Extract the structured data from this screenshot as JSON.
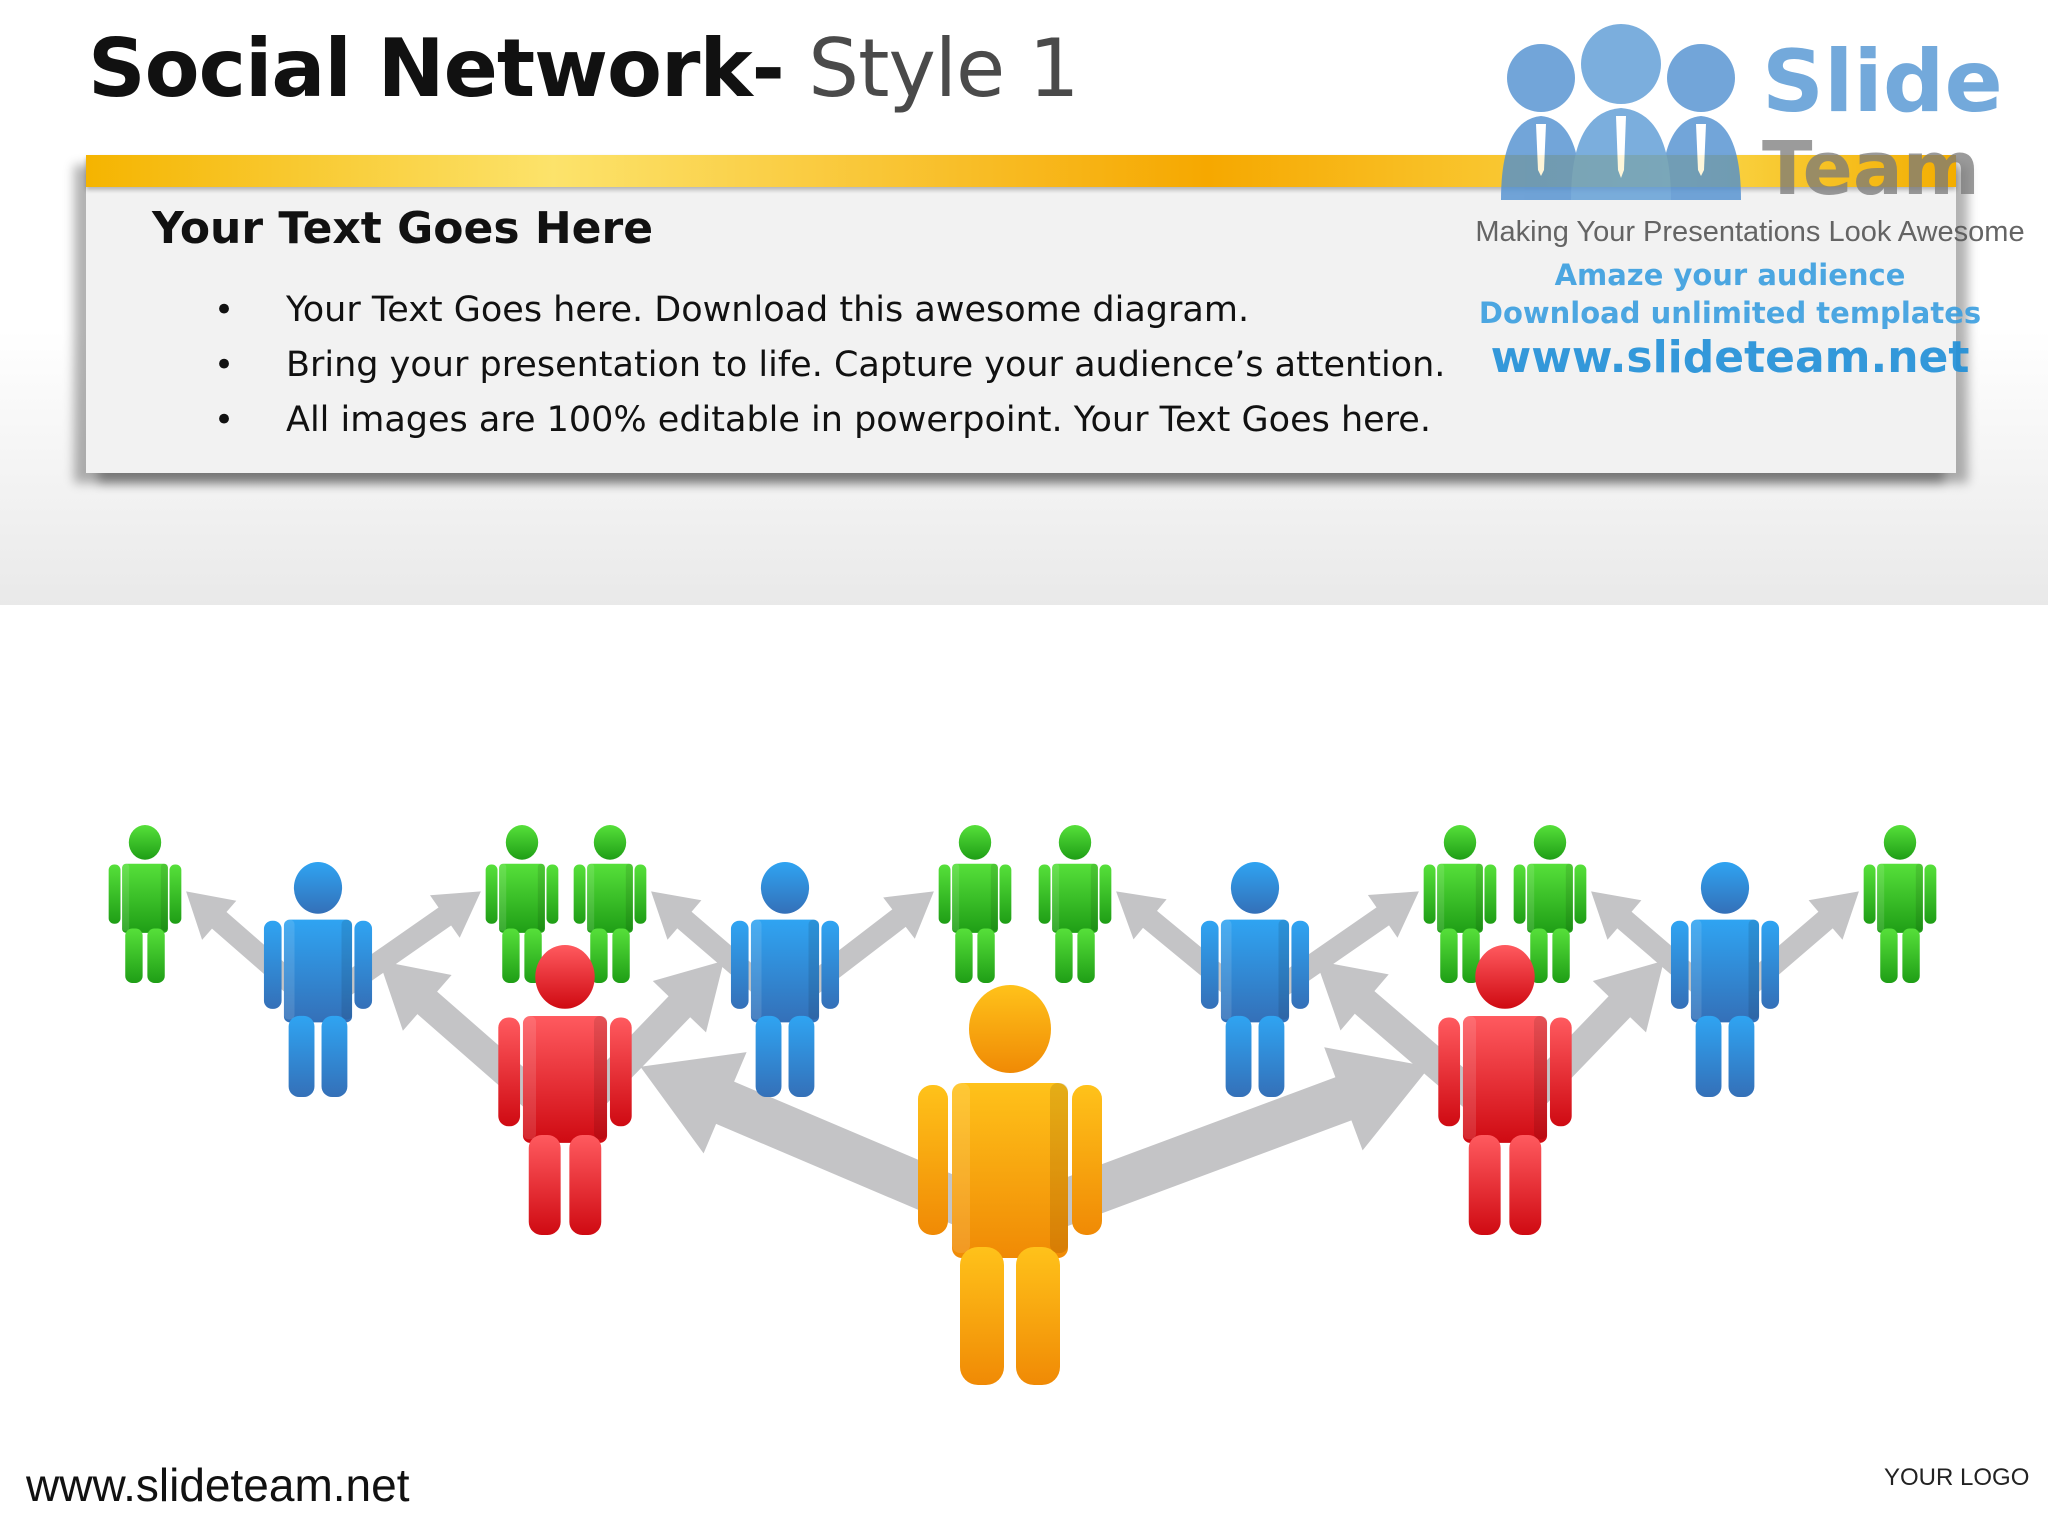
{
  "slide": {
    "title_bold": "Social Network-",
    "title_light": " Style 1",
    "heading": "Your Text Goes Here",
    "bullets": [
      "Your Text Goes here. Download this awesome diagram.",
      "Bring your presentation to life. Capture your audience’s attention.",
      "All images are 100% editable in powerpoint. Your Text Goes here."
    ],
    "bullet_symbol": "•"
  },
  "watermark": {
    "slide": "Slide",
    "team": "Team",
    "tagline": "Making Your Presentations Look Awesome",
    "line1": "Amaze your audience",
    "line2": "Download unlimited templates",
    "url": "www.slideteam.net"
  },
  "footer": {
    "url": "www.slideteam.net",
    "logo": "YOUR LOGO"
  },
  "colors": {
    "level0": "#f7a20a",
    "level1": "#e8323a",
    "level2": "#2f8fe0",
    "level3": "#3ec41f",
    "arrow": "#c4c4c6",
    "accent_bar": "#f6b400"
  },
  "network": {
    "root": {
      "level": 0,
      "children": [
        {
          "level": 1,
          "children": [
            {
              "level": 2,
              "children": [
                {
                  "level": 3
                },
                {
                  "level": 3
                }
              ]
            },
            {
              "level": 2,
              "children": [
                {
                  "level": 3
                },
                {
                  "level": 3
                }
              ]
            }
          ]
        },
        {
          "level": 1,
          "children": [
            {
              "level": 2,
              "children": [
                {
                  "level": 3
                },
                {
                  "level": 3
                }
              ]
            },
            {
              "level": 2,
              "children": [
                {
                  "level": 3
                },
                {
                  "level": 3
                }
              ]
            }
          ]
        }
      ]
    }
  }
}
